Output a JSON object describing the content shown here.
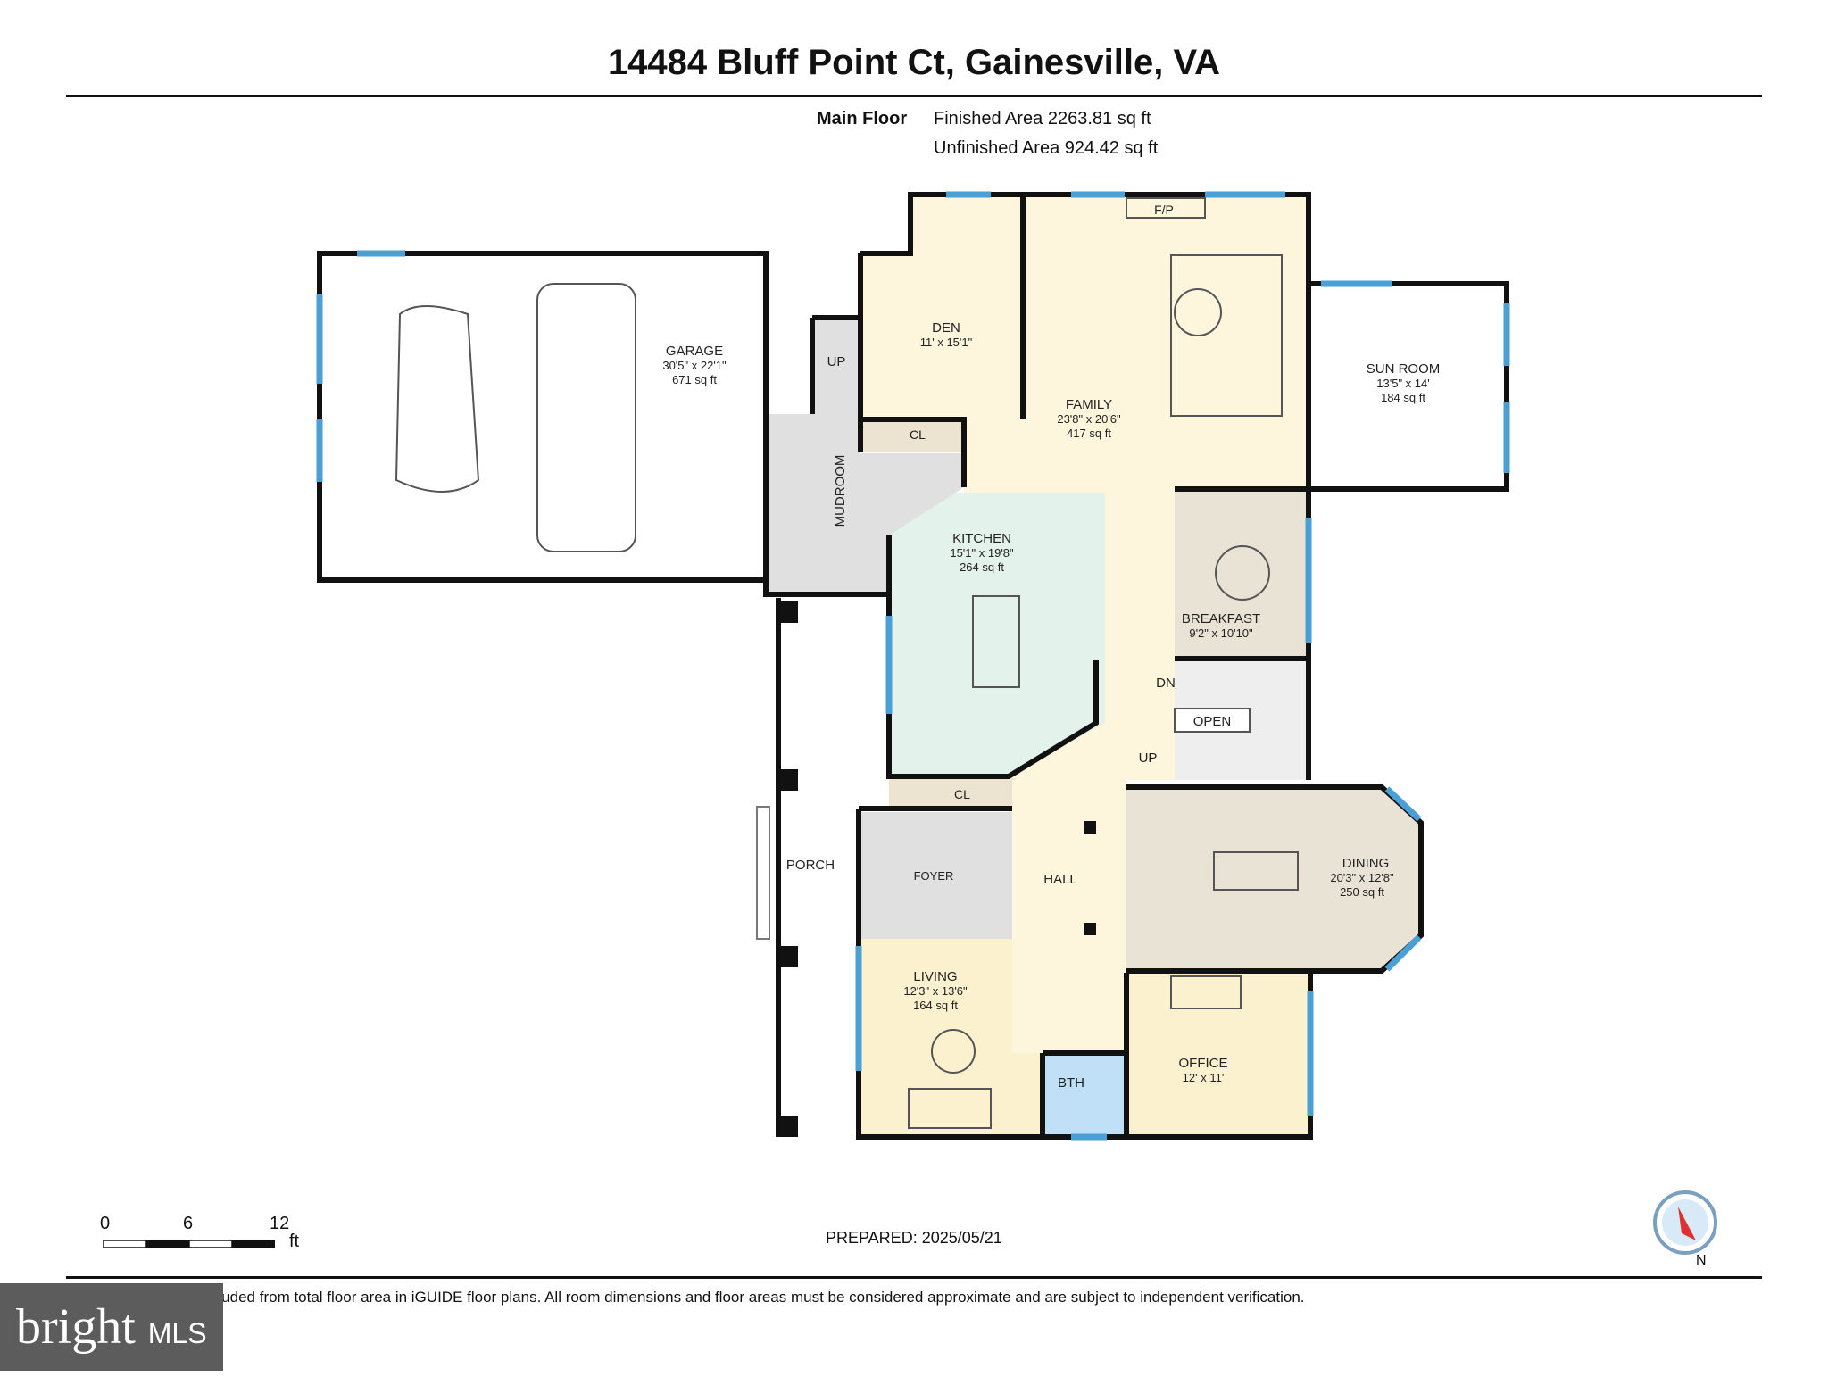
{
  "header": {
    "title": "14484 Bluff Point Ct, Gainesville, VA"
  },
  "floor": {
    "name": "Main Floor",
    "finished": "Finished Area 2263.81 sq ft",
    "unfinished": "Unfinished Area 924.42 sq ft"
  },
  "rooms": {
    "garage": {
      "name": "GARAGE",
      "dims": "30'5\" x 22'1\"",
      "area": "671 sq ft"
    },
    "den": {
      "name": "DEN",
      "dims": "11' x 15'1\""
    },
    "family": {
      "name": "FAMILY",
      "dims": "23'8\" x 20'6\"",
      "area": "417 sq ft"
    },
    "sunroom": {
      "name": "SUN ROOM",
      "dims": "13'5\" x 14'",
      "area": "184 sq ft"
    },
    "mudroom": {
      "name": "MUDROOM"
    },
    "kitchen": {
      "name": "KITCHEN",
      "dims": "15'1\" x 19'8\"",
      "area": "264 sq ft"
    },
    "breakfast": {
      "name": "BREAKFAST",
      "dims": "9'2\" x 10'10\""
    },
    "dining": {
      "name": "DINING",
      "dims": "20'3\" x 12'8\"",
      "area": "250 sq ft"
    },
    "living": {
      "name": "LIVING",
      "dims": "12'3\" x 13'6\"",
      "area": "164 sq ft"
    },
    "office": {
      "name": "OFFICE",
      "dims": "12' x 11'"
    },
    "foyer": {
      "name": "FOYER"
    },
    "hall": {
      "name": "HALL"
    },
    "porch": {
      "name": "PORCH"
    },
    "bath": {
      "name": "BTH"
    },
    "closet1": {
      "name": "CL"
    },
    "closet2": {
      "name": "CL"
    }
  },
  "labels": {
    "fp": "F/P",
    "up1": "UP",
    "up2": "UP",
    "dn": "DN",
    "open": "OPEN"
  },
  "scale": {
    "s0": "0",
    "s6": "6",
    "s12": "12",
    "unit": "ft"
  },
  "compass": {
    "n": "N"
  },
  "footer": {
    "prepared": "PREPARED: 2025/05/21",
    "note": "White regions are excluded from total floor area in iGUIDE floor plans. All room dimensions and floor areas must be considered approximate and are subject to independent verification."
  },
  "brand": {
    "name": "bright",
    "suffix": "MLS"
  },
  "colors": {
    "wall": "#111111",
    "window": "#4a9fd4",
    "family": "#fdf6dc",
    "kitchen": "#e3f2ea",
    "mudroom": "#e0e0e0",
    "dining": "#e9e3d6",
    "office": "#fcf1cf",
    "bath": "#bfe0f7"
  }
}
